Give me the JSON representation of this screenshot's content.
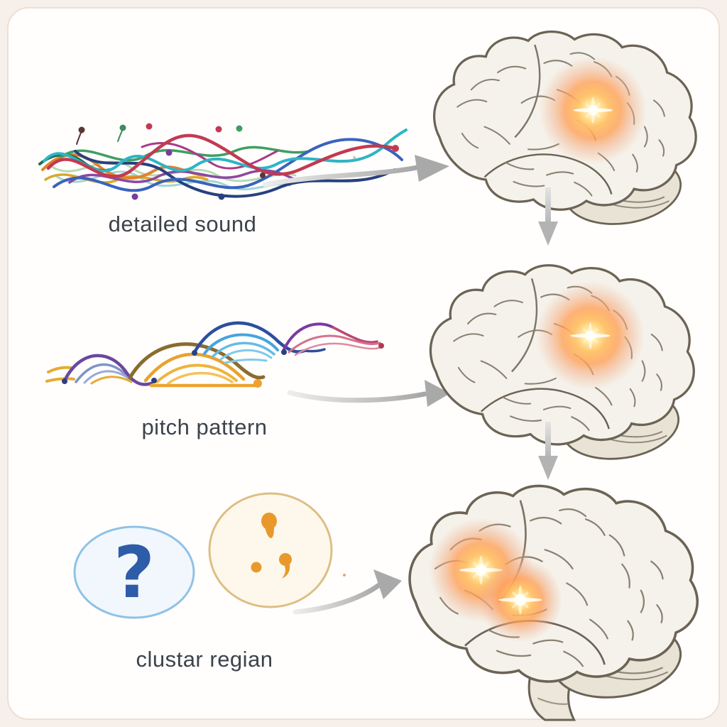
{
  "diagram": {
    "rows": [
      {
        "label": "detailed sound",
        "illustration": "tangled multicolor waveform lines",
        "brain_glow_spots": 1
      },
      {
        "label": "pitch pattern",
        "illustration": "arched pitch contour curves",
        "brain_glow_spots": 1
      },
      {
        "label": "clustar regian",
        "illustration": "question-mark cluster and punctuation cluster",
        "brain_glow_spots": 2
      }
    ],
    "symbols": {
      "question_mark": "?"
    },
    "flow": [
      "waveforms to top brain",
      "top brain down to middle brain",
      "pitch curves to middle brain",
      "middle brain down to bottom brain",
      "clusters to bottom brain"
    ],
    "colors": {
      "background": "#f7efe9",
      "card": "#fffefd",
      "card_border": "#ecdfd7",
      "label_text": "#3c434b",
      "arrow_gray": "#a9a9a9",
      "brain_fill": "#f5f2eb",
      "brain_outline": "#6b6355",
      "cerebellum_fill": "#e9e3d6",
      "glow_core": "#fffdf0",
      "glow_mid": "#ffc266",
      "glow_halo": "#f3ad85",
      "ellipse_blue_stroke": "#8fc2e6",
      "ellipse_blue_fill": "#f1f7fc",
      "question_mark_blue": "#2d5ca8",
      "ellipse_tan_stroke": "#ddbe85",
      "ellipse_tan_fill": "#fdf8eb",
      "blob_orange": "#e9992c",
      "wave_crimson": "#c23a52",
      "wave_teal": "#2fb4c5",
      "wave_blue": "#3a63bd",
      "wave_navy": "#27417e",
      "wave_orange": "#e0832d",
      "wave_gold": "#d9a92c",
      "wave_green": "#3f9e63",
      "wave_purple": "#8a48a2",
      "pitch_olive": "#8a6c2e",
      "pitch_gold": "#e8a22e",
      "pitch_skyblue": "#49a4dc",
      "pitch_darkblue": "#2c4f9e",
      "pitch_purple": "#6a47a0",
      "pitch_pink": "#d4718c"
    }
  }
}
